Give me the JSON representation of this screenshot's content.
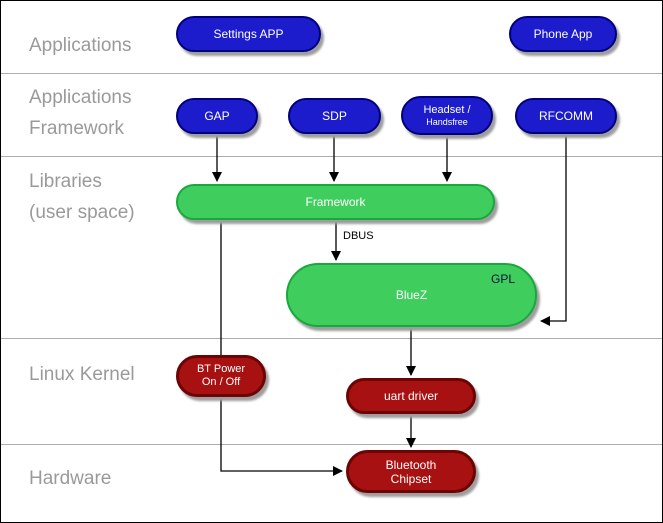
{
  "layers": [
    {
      "lines": [
        "Applications"
      ]
    },
    {
      "lines": [
        "Applications",
        "Framework"
      ]
    },
    {
      "lines": [
        "Libraries",
        "(user space)"
      ]
    },
    {
      "lines": [
        "Linux Kernel"
      ]
    },
    {
      "lines": [
        "Hardware"
      ]
    }
  ],
  "nodes": {
    "settings_app": {
      "label": "Settings APP"
    },
    "phone_app": {
      "label": "Phone App"
    },
    "gap": {
      "label": "GAP"
    },
    "sdp": {
      "label": "SDP"
    },
    "headset": {
      "line1": "Headset /",
      "line2": "Handsfree"
    },
    "rfcomm": {
      "label": "RFCOMM"
    },
    "framework": {
      "label": "Framework"
    },
    "bluez": {
      "label": "BlueZ",
      "license": "GPL"
    },
    "bt_power": {
      "line1": "BT Power",
      "line2": "On / Off"
    },
    "uart_driver": {
      "label": "uart driver"
    },
    "bluetooth_chipset": {
      "line1": "Bluetooth",
      "line2": "Chipset"
    }
  },
  "edge_labels": {
    "dbus": "DBUS"
  },
  "colors": {
    "application_box": "#1c1ccd",
    "library_box": "#3fce5e",
    "kernel_box": "#a81111",
    "box_text": "#ffffff",
    "layer_label": "#9a9a9a",
    "divider": "#adadad",
    "arrow": "#000000",
    "shadow": "#9e9e9e"
  }
}
